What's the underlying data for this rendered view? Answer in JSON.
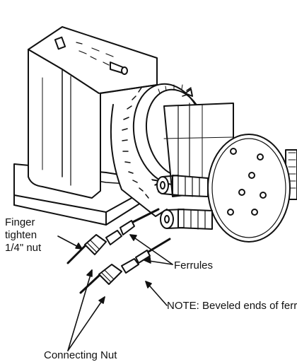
{
  "labels": {
    "finger_tighten": "Finger\ntighten\n1/4\" nut",
    "ferrules": "Ferrules",
    "note": "NOTE: Beveled ends of\nferrules face pump.\nTubing should bottom\ninto all fittings.",
    "connecting_nut": "Connecting Nut"
  }
}
